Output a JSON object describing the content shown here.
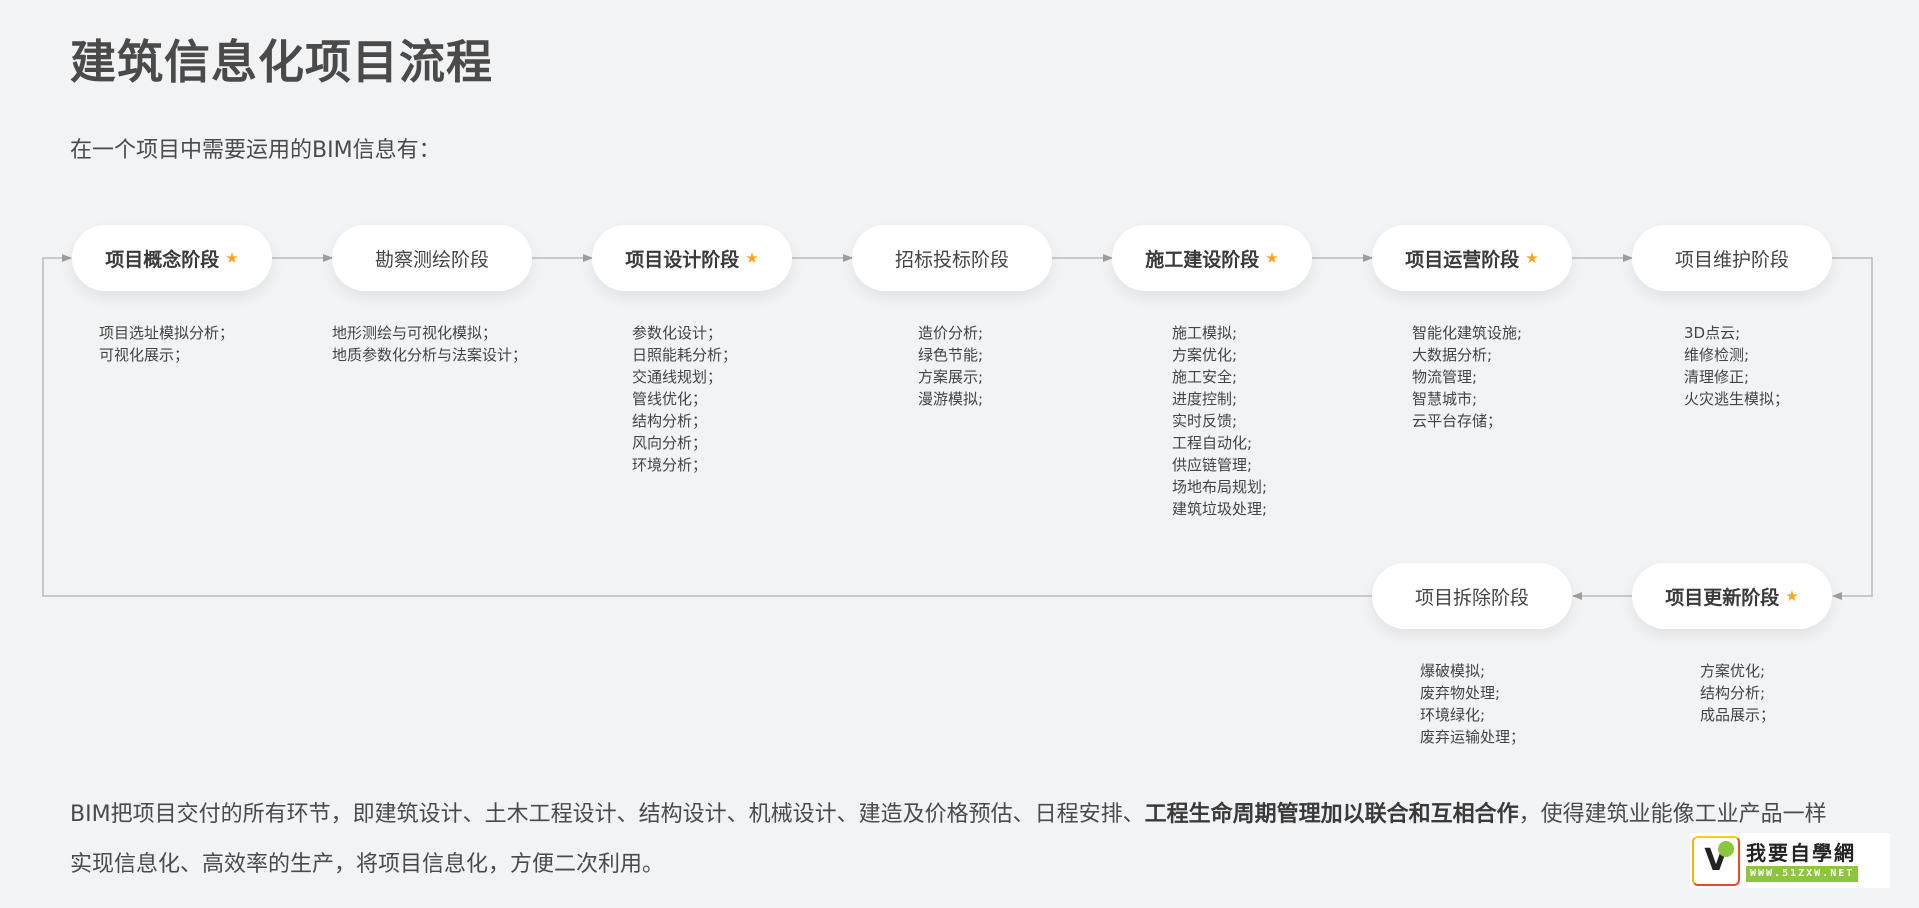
{
  "header": {
    "title": "建筑信息化项目流程",
    "subtitle": "在一个项目中需要运用的BIM信息有："
  },
  "colors": {
    "background": "#f2f3f5",
    "pill": "#ffffff",
    "star": "#f5a623",
    "connector": "#bdbdbd",
    "arrow": "#9e9e9e",
    "text": "#444444"
  },
  "stages": [
    {
      "label": "项目概念阶段",
      "key": true,
      "star_icon": "★",
      "items": [
        "项目选址模拟分析；",
        "可视化展示；"
      ]
    },
    {
      "label": "勘察测绘阶段",
      "key": false,
      "star_icon": "",
      "items": [
        "地形测绘与可视化模拟；",
        "地质参数化分析与法案设计；"
      ]
    },
    {
      "label": "项目设计阶段",
      "key": true,
      "star_icon": "★",
      "items": [
        "参数化设计；",
        "日照能耗分析；",
        "交通线规划；",
        "管线优化；",
        "结构分析；",
        "风向分析；",
        "环境分析；"
      ]
    },
    {
      "label": "招标投标阶段",
      "key": false,
      "star_icon": "",
      "items": [
        "造价分析;",
        "绿色节能;",
        "方案展示;",
        "漫游模拟;"
      ]
    },
    {
      "label": "施工建设阶段",
      "key": true,
      "star_icon": "★",
      "items": [
        "施工模拟;",
        "方案优化;",
        "施工安全;",
        "进度控制;",
        "实时反馈;",
        "工程自动化;",
        "供应链管理;",
        "场地布局规划;",
        "建筑垃圾处理;"
      ]
    },
    {
      "label": "项目运营阶段",
      "key": true,
      "star_icon": "★",
      "items": [
        "智能化建筑设施;",
        "大数据分析;",
        "物流管理;",
        "智慧城市;",
        "云平台存储；"
      ]
    },
    {
      "label": "项目维护阶段",
      "key": false,
      "star_icon": "",
      "items": [
        "3D点云;",
        "维修检测;",
        "清理修正;",
        "火灾逃生模拟；"
      ]
    },
    {
      "label": "项目更新阶段",
      "key": true,
      "star_icon": "★",
      "items": [
        "方案优化;",
        "结构分析;",
        "成品展示；"
      ]
    },
    {
      "label": "项目拆除阶段",
      "key": false,
      "star_icon": "",
      "items": [
        "爆破模拟;",
        "废弃物处理;",
        "环境绿化;",
        "废弃运输处理；"
      ]
    }
  ],
  "footer": {
    "text_before": "BIM把项目交付的所有环节，即建筑设计、土木工程设计、结构设计、机械设计、建造及价格预估、日程安排、",
    "text_bold": "工程生命周期管理加以联合和互相合作",
    "text_after": "，使得建筑业能像工业产品一样实现信息化、高效率的生产，将项目信息化，方便二次利用。"
  },
  "watermark": {
    "mark": "V",
    "name": "我要自學網",
    "url": "WWW.51ZXW.NET"
  }
}
